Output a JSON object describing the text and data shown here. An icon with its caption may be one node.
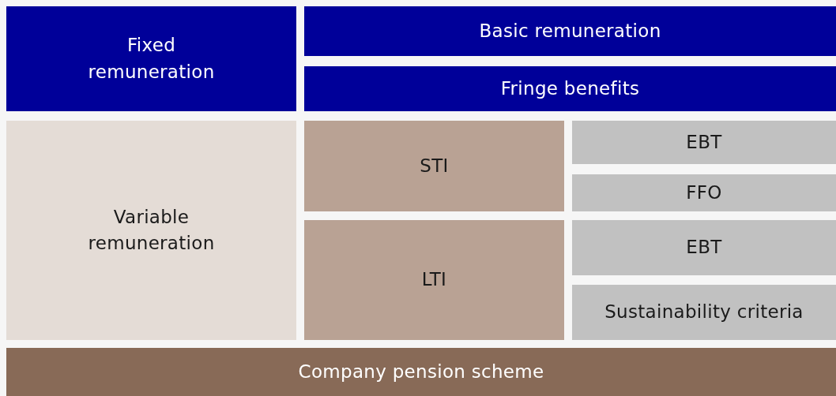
{
  "diagram": {
    "nodes": [
      {
        "text": [
          "Fixed remuneration"
        ]
      },
      {
        "text": [
          "Basic remuneration"
        ]
      },
      {
        "text": [
          "Fringe benefits"
        ]
      },
      {
        "text": [
          "Variable remuneration"
        ]
      },
      {
        "text": [
          "STI"
        ]
      },
      {
        "text": [
          "EBT"
        ]
      },
      {
        "text": [
          "FFO"
        ]
      },
      {
        "text": [
          "LTI"
        ]
      },
      {
        "text": [
          "EBT"
        ]
      },
      {
        "text": [
          "Sustainability criteria"
        ]
      },
      {
        "text": [
          "Company pension scheme"
        ]
      }
    ]
  }
}
